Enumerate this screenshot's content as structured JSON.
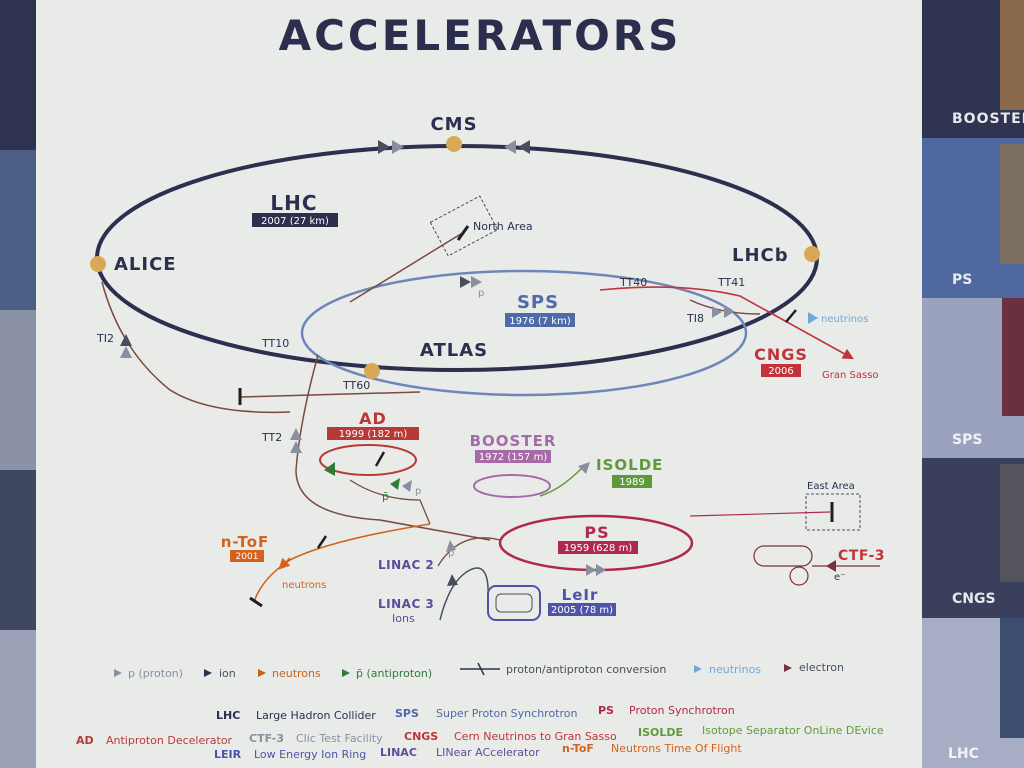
{
  "title": "ACCELERATORS",
  "machines": {
    "lhc": {
      "name": "LHC",
      "year": "2007 (27 km)"
    },
    "sps": {
      "name": "SPS",
      "year": "1976 (7 km)"
    },
    "cngs": {
      "name": "CNGS",
      "year": "2006"
    },
    "ad": {
      "name": "AD",
      "year": "1999 (182 m)"
    },
    "booster": {
      "name": "BOOSTER",
      "year": "1972 (157 m)"
    },
    "isolde": {
      "name": "ISOLDE",
      "year": "1989"
    },
    "ps": {
      "name": "PS",
      "year": "1959 (628 m)"
    },
    "ntof": {
      "name": "n-ToF",
      "year": "2001"
    },
    "leir": {
      "name": "LeIr",
      "year": "2005 (78 m)"
    },
    "ctf3": {
      "name": "CTF-3"
    }
  },
  "experiments": {
    "cms": "CMS",
    "alice": "ALICE",
    "lhcb": "LHCb",
    "atlas": "ATLAS"
  },
  "labels": {
    "north_area": "North Area",
    "east_area": "East Area",
    "neutrinos": "neutrinos",
    "gran_sasso": "Gran Sasso",
    "neutrons": "neutrons",
    "tt40": "TT40",
    "tt41": "TT41",
    "ti8": "TI8",
    "ti2": "TI2",
    "tt10": "TT10",
    "tt60": "TT60",
    "tt2": "TT2",
    "p_sps": "p",
    "p_ad": "p",
    "pbar_ad": "p̄",
    "p_linac": "p",
    "linac2": "LINAC 2",
    "linac3": "LINAC 3",
    "ions": "Ions",
    "electron": "e⁻"
  },
  "legend_row": [
    {
      "label": "p (proton)",
      "color": "#8a8fa0"
    },
    {
      "label": "ion",
      "color": "#4a4d5a"
    },
    {
      "label": "neutrons",
      "color": "#c8621c"
    },
    {
      "label": "p̄ (antiproton)",
      "color": "#2f7a3a"
    },
    {
      "label": "proton/antiproton conversion",
      "color": "#4a4d5a"
    },
    {
      "label": "neutrinos",
      "color": "#6fa8d8"
    },
    {
      "label": "electron",
      "color": "#7a3040"
    }
  ],
  "abbreviations": [
    {
      "abbr": "LHC",
      "text": "Large Hadron Collider",
      "abbr_color": "#2c2f4e",
      "text_color": "#2c2f4e"
    },
    {
      "abbr": "SPS",
      "text": "Super Proton Synchrotron",
      "abbr_color": "#4e6aa8",
      "text_color": "#4e6aa8"
    },
    {
      "abbr": "PS",
      "text": "Proton Synchrotron",
      "abbr_color": "#b0294d",
      "text_color": "#b0294d"
    },
    {
      "abbr": "AD",
      "text": "Antiproton Decelerator",
      "abbr_color": "#b83a36",
      "text_color": "#b83a36"
    },
    {
      "abbr": "CTF-3",
      "text": "Clic Test Facility",
      "abbr_color": "#8a8fa0",
      "text_color": "#8a8fa0"
    },
    {
      "abbr": "CNGS",
      "text": "Cern Neutrinos to Gran Sasso",
      "abbr_color": "#c0343a",
      "text_color": "#c0343a"
    },
    {
      "abbr": "ISOLDE",
      "text": "Isotope Separator OnLine DEvice",
      "abbr_color": "#5f9a3a",
      "text_color": "#5f9a3a"
    },
    {
      "abbr": "LEIR",
      "text": "Low Energy Ion Ring",
      "abbr_color": "#4e53a8",
      "text_color": "#4e53a8"
    },
    {
      "abbr": "LINAC",
      "text": "LINear ACcelerator",
      "abbr_color": "#5a4e9a",
      "text_color": "#5a4e9a"
    },
    {
      "abbr": "n-ToF",
      "text": "Neutrons Time Of Flight",
      "abbr_color": "#d4621c",
      "text_color": "#d4621c"
    }
  ],
  "side_panels": [
    "BOOSTER",
    "PS",
    "SPS",
    "CNGS",
    "LHC"
  ],
  "colors": {
    "lhc": "#2c2f4e",
    "sps": "#6f86b8",
    "ps": "#b0294d",
    "booster": "#a66aa8",
    "ad": "#b83a36",
    "cngs": "#c0343a",
    "isolde": "#5f9a3a",
    "ntof": "#d4621c",
    "leir": "#4e53a8",
    "linac": "#5a4e9a",
    "experiment": "#d9a857",
    "transfer": "#7a4a40"
  }
}
